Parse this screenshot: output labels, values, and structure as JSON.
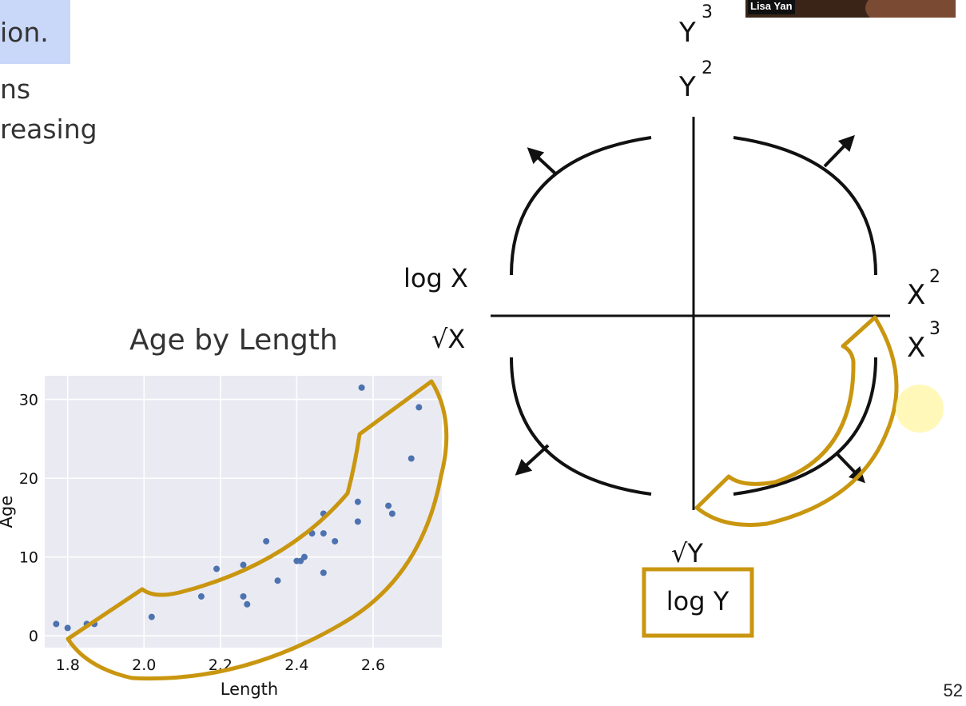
{
  "slide": {
    "partial_line_1": "ion.",
    "partial_line_2": "ns",
    "partial_line_3": "reasing",
    "page_number": "52",
    "presenter_name": "Lisa Yan"
  },
  "diagram": {
    "top_labels": [
      "Y",
      "Y"
    ],
    "top_exponents": [
      "3",
      "2"
    ],
    "left_labels": [
      "log X",
      "√X"
    ],
    "right_labels": [
      "X",
      "X"
    ],
    "right_exponents": [
      "2",
      "3"
    ],
    "bottom_label": "√Y",
    "boxed_label": "log Y",
    "highlight_color": "#c9960f"
  },
  "chart_data": {
    "type": "scatter",
    "title": "Age by Length",
    "xlabel": "Length",
    "ylabel": "Age",
    "xlim": [
      1.74,
      2.78
    ],
    "ylim": [
      -1.5,
      33
    ],
    "xticks": [
      1.8,
      2.0,
      2.2,
      2.4,
      2.6
    ],
    "xtick_labels": [
      "1.8",
      "2.0",
      "2.2",
      "2.4",
      "2.6"
    ],
    "yticks": [
      0,
      10,
      20,
      30
    ],
    "ytick_labels": [
      "0",
      "10",
      "20",
      "30"
    ],
    "grid": true,
    "point_color": "#4c72b0",
    "points": [
      [
        1.77,
        1.5
      ],
      [
        1.8,
        1.0
      ],
      [
        1.85,
        1.5
      ],
      [
        1.87,
        1.5
      ],
      [
        2.02,
        2.4
      ],
      [
        2.15,
        5.0
      ],
      [
        2.19,
        8.5
      ],
      [
        2.26,
        9.0
      ],
      [
        2.26,
        5.0
      ],
      [
        2.27,
        4.0
      ],
      [
        2.32,
        12.0
      ],
      [
        2.35,
        7.0
      ],
      [
        2.4,
        9.5
      ],
      [
        2.41,
        9.5
      ],
      [
        2.42,
        10.0
      ],
      [
        2.44,
        13.0
      ],
      [
        2.47,
        15.5
      ],
      [
        2.47,
        13.0
      ],
      [
        2.47,
        8.0
      ],
      [
        2.5,
        12.0
      ],
      [
        2.56,
        17.0
      ],
      [
        2.56,
        14.5
      ],
      [
        2.57,
        31.5
      ],
      [
        2.64,
        16.5
      ],
      [
        2.65,
        15.5
      ],
      [
        2.7,
        22.5
      ],
      [
        2.72,
        29.0
      ]
    ]
  }
}
